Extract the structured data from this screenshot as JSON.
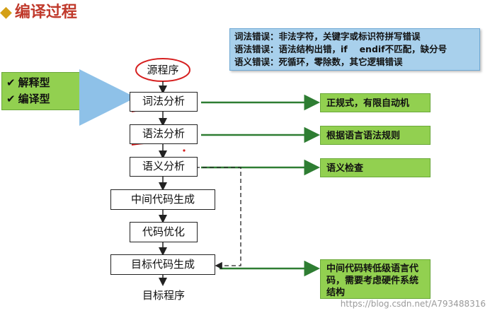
{
  "title": "编译过程",
  "errors": [
    "词法错误：非法字符，关键字或标识符拼写错误",
    "语法错误：语法结构出错，if　 endif不匹配，缺分号",
    "语义错误：死循环，零除数，其它逻辑错误"
  ],
  "types": [
    "解释型",
    "编译型"
  ],
  "flow": {
    "source": "源程序",
    "lexical": "词法分析",
    "syntax": "语法分析",
    "semantic": "语义分析",
    "intermediate": "中间代码生成",
    "optimize": "代码优化",
    "target_gen": "目标代码生成",
    "target": "目标程序"
  },
  "results": {
    "lexical": "正规式，有限自动机",
    "syntax": "根据语言语法规则",
    "semantic": "语义检查",
    "target": "中间代码转低级语言代码，需要考虑硬件系统结构"
  },
  "watermark": "https://blog.csdn.net/A793488316",
  "colors": {
    "accent_red": "#c0392b",
    "green_arrow": "#2e7d32",
    "blue_arrow": "#8ec1e8"
  }
}
